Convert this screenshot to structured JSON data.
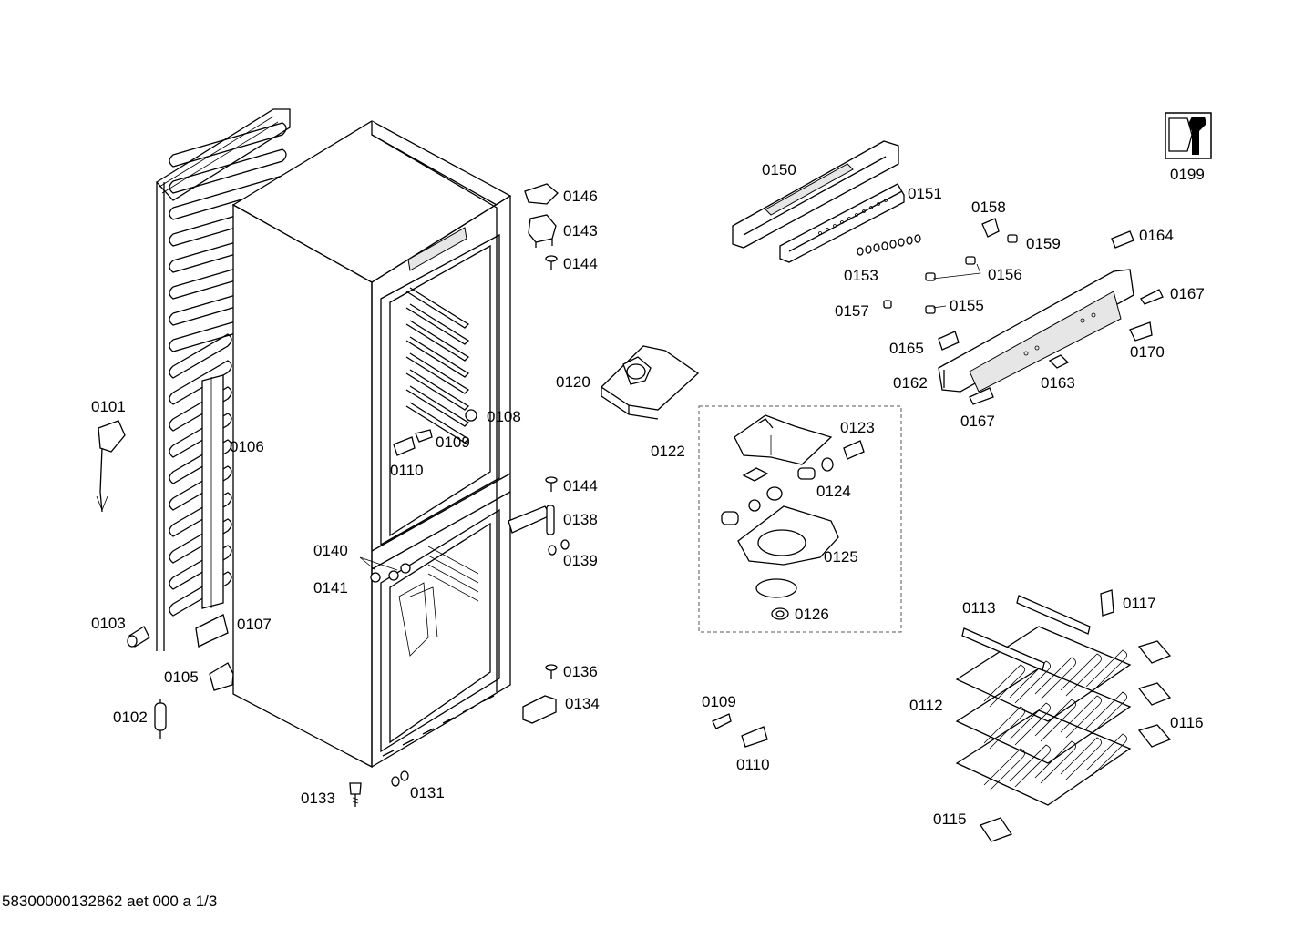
{
  "parts": [
    {
      "id": "p0101",
      "label": "0101"
    },
    {
      "id": "p0106",
      "label": "0106"
    },
    {
      "id": "p0103",
      "label": "0103"
    },
    {
      "id": "p0107",
      "label": "0107"
    },
    {
      "id": "p0105",
      "label": "0105"
    },
    {
      "id": "p0102",
      "label": "0102"
    },
    {
      "id": "p0133",
      "label": "0133"
    },
    {
      "id": "p0131",
      "label": "0131"
    },
    {
      "id": "p0140",
      "label": "0140"
    },
    {
      "id": "p0141",
      "label": "0141"
    },
    {
      "id": "p0108",
      "label": "0108"
    },
    {
      "id": "p0109a",
      "label": "0109"
    },
    {
      "id": "p0110a",
      "label": "0110"
    },
    {
      "id": "p0146",
      "label": "0146"
    },
    {
      "id": "p0143",
      "label": "0143"
    },
    {
      "id": "p0144a",
      "label": "0144"
    },
    {
      "id": "p0144b",
      "label": "0144"
    },
    {
      "id": "p0138",
      "label": "0138"
    },
    {
      "id": "p0139",
      "label": "0139"
    },
    {
      "id": "p0136",
      "label": "0136"
    },
    {
      "id": "p0134",
      "label": "0134"
    },
    {
      "id": "p0120",
      "label": "0120"
    },
    {
      "id": "p0122",
      "label": "0122"
    },
    {
      "id": "p0123",
      "label": "0123"
    },
    {
      "id": "p0124",
      "label": "0124"
    },
    {
      "id": "p0125",
      "label": "0125"
    },
    {
      "id": "p0126",
      "label": "0126"
    },
    {
      "id": "p0109b",
      "label": "0109"
    },
    {
      "id": "p0110b",
      "label": "0110"
    },
    {
      "id": "p0150",
      "label": "0150"
    },
    {
      "id": "p0151",
      "label": "0151"
    },
    {
      "id": "p0153",
      "label": "0153"
    },
    {
      "id": "p0158",
      "label": "0158"
    },
    {
      "id": "p0159",
      "label": "0159"
    },
    {
      "id": "p0156",
      "label": "0156"
    },
    {
      "id": "p0157",
      "label": "0157"
    },
    {
      "id": "p0155",
      "label": "0155"
    },
    {
      "id": "p0164",
      "label": "0164"
    },
    {
      "id": "p0167a",
      "label": "0167"
    },
    {
      "id": "p0170",
      "label": "0170"
    },
    {
      "id": "p0165",
      "label": "0165"
    },
    {
      "id": "p0162",
      "label": "0162"
    },
    {
      "id": "p0163",
      "label": "0163"
    },
    {
      "id": "p0167b",
      "label": "0167"
    },
    {
      "id": "p0199",
      "label": "0199"
    },
    {
      "id": "p0113",
      "label": "0113"
    },
    {
      "id": "p0117",
      "label": "0117"
    },
    {
      "id": "p0112",
      "label": "0112"
    },
    {
      "id": "p0116",
      "label": "0116"
    },
    {
      "id": "p0115",
      "label": "0115"
    }
  ],
  "footer": {
    "document_code": "58300000132862 aet 000 a 1/3"
  },
  "icons": {
    "tool": "wrench-nut-icon"
  }
}
